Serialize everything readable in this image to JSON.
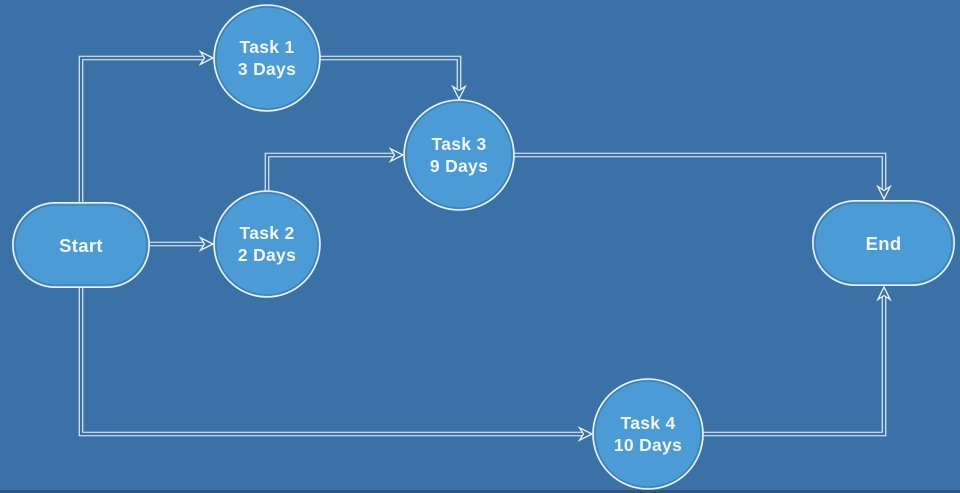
{
  "diagram": {
    "type": "project-network-diagram",
    "colors": {
      "bg": "#3a72a8",
      "node-fill": "#4a9bd6",
      "node-ring": "#35618e",
      "line": "#eff4f9",
      "text": "#f2f7fb"
    },
    "nodes": [
      {
        "id": "start",
        "label": "Start",
        "shape": "stadium"
      },
      {
        "id": "task1",
        "label": "Task 1",
        "duration": "3 Days",
        "shape": "circle"
      },
      {
        "id": "task2",
        "label": "Task 2",
        "duration": "2 Days",
        "shape": "circle"
      },
      {
        "id": "task3",
        "label": "Task 3",
        "duration": "9 Days",
        "shape": "circle"
      },
      {
        "id": "task4",
        "label": "Task 4",
        "duration": "10 Days",
        "shape": "circle"
      },
      {
        "id": "end",
        "label": "End",
        "shape": "stadium"
      }
    ],
    "edges": [
      {
        "from": "Start",
        "to": "Task 1"
      },
      {
        "from": "Start",
        "to": "Task 2"
      },
      {
        "from": "Start",
        "to": "Task 4"
      },
      {
        "from": "Task 1",
        "to": "Task 3"
      },
      {
        "from": "Task 2",
        "to": "Task 3"
      },
      {
        "from": "Task 3",
        "to": "End"
      },
      {
        "from": "Task 4",
        "to": "End"
      }
    ]
  }
}
